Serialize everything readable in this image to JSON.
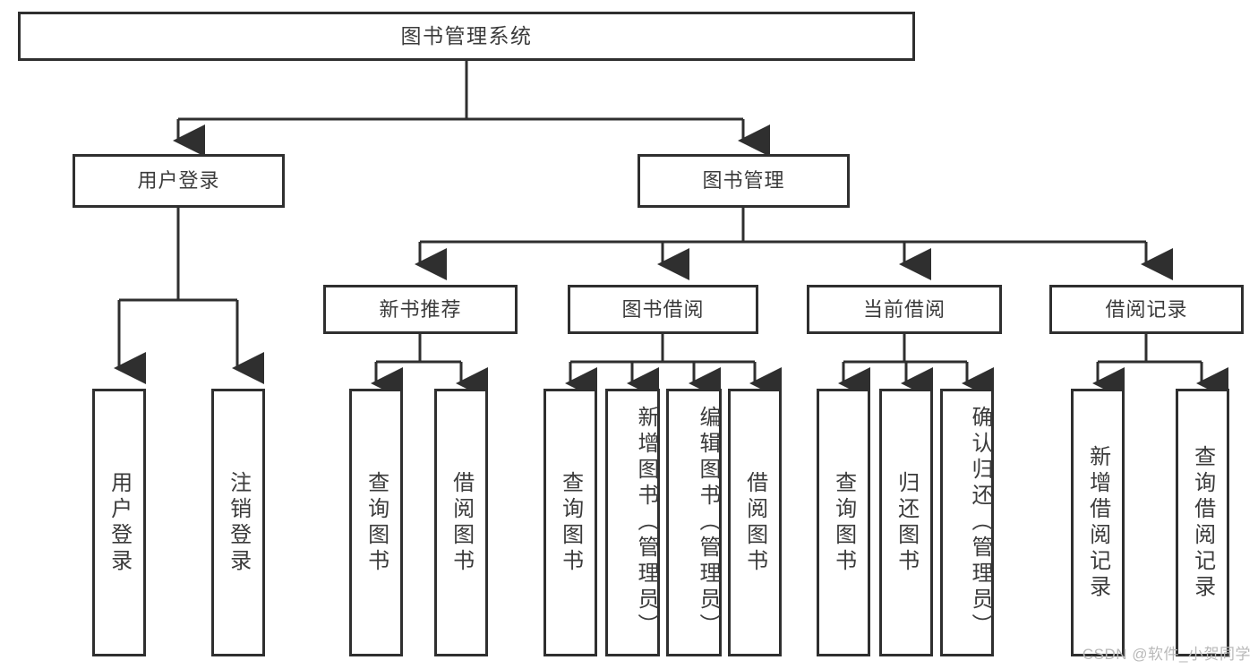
{
  "diagram": {
    "title": "图书管理系统",
    "type": "hierarchy-tree",
    "orientation": "top-down",
    "colors": {
      "background": "#ffffff",
      "box_border": "#2f2f2f",
      "box_fill": "#ffffff",
      "text": "#3b3b3b",
      "connector": "#2f2f2f",
      "watermark": "#b9b9b9"
    },
    "levels": {
      "root": {
        "label": "图书管理系统"
      },
      "level1": [
        {
          "id": "user-login",
          "label": "用户登录"
        },
        {
          "id": "book-manage",
          "label": "图书管理"
        }
      ],
      "level2": [
        {
          "id": "new-book-recommend",
          "label": "新书推荐",
          "parent": "book-manage"
        },
        {
          "id": "book-borrow",
          "label": "图书借阅",
          "parent": "book-manage"
        },
        {
          "id": "current-borrow",
          "label": "当前借阅",
          "parent": "book-manage"
        },
        {
          "id": "borrow-record",
          "label": "借阅记录",
          "parent": "book-manage"
        }
      ],
      "leaves": {
        "user-login": [
          {
            "id": "leaf-user-login",
            "label": "用户登录"
          },
          {
            "id": "leaf-logout-login",
            "label": "注销登录"
          }
        ],
        "new-book-recommend": [
          {
            "id": "leaf-query-book-1",
            "label": "查询图书"
          },
          {
            "id": "leaf-borrow-book-1",
            "label": "借阅图书"
          }
        ],
        "book-borrow": [
          {
            "id": "leaf-query-book-2",
            "label": "查询图书"
          },
          {
            "id": "leaf-add-book-admin",
            "label": "新增图书（管理员）"
          },
          {
            "id": "leaf-edit-book-admin",
            "label": "编辑图书（管理员）"
          },
          {
            "id": "leaf-borrow-book-2",
            "label": "借阅图书"
          }
        ],
        "current-borrow": [
          {
            "id": "leaf-query-book-3",
            "label": "查询图书"
          },
          {
            "id": "leaf-return-book",
            "label": "归还图书"
          },
          {
            "id": "leaf-confirm-return-admin",
            "label": "确认归还（管理员）"
          }
        ],
        "borrow-record": [
          {
            "id": "leaf-add-borrow-record",
            "label": "新增借阅记录"
          },
          {
            "id": "leaf-query-borrow-record",
            "label": "查询借阅记录"
          }
        ]
      }
    },
    "watermark": "CSDN @软件_小贺同学"
  }
}
